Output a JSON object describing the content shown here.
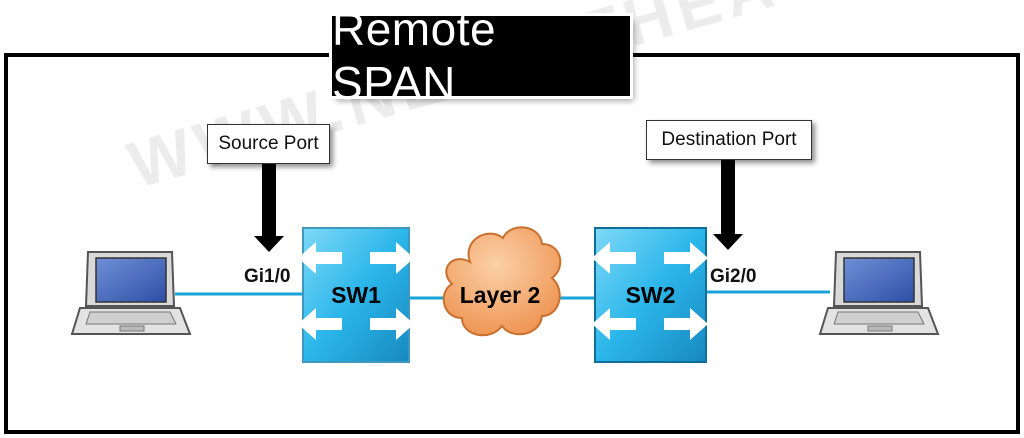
{
  "title": "Remote SPAN",
  "labels": {
    "source_port": "Source Port",
    "destination_port": "Destination Port"
  },
  "ports": {
    "sw1_port": "Gi1/0",
    "sw2_port": "Gi2/0"
  },
  "nodes": {
    "sw1": "SW1",
    "cloud": "Layer 2",
    "sw2": "SW2"
  },
  "watermark": "WWW.NETWITHEASE.COM",
  "colors": {
    "link": "#1aa3d9",
    "switch_fill": "#29b6e8",
    "cloud_fill": "#f4a66a",
    "frame": "#000000"
  },
  "icons": [
    "laptop-icon",
    "switch-icon",
    "cloud-icon",
    "arrow-down-icon"
  ]
}
